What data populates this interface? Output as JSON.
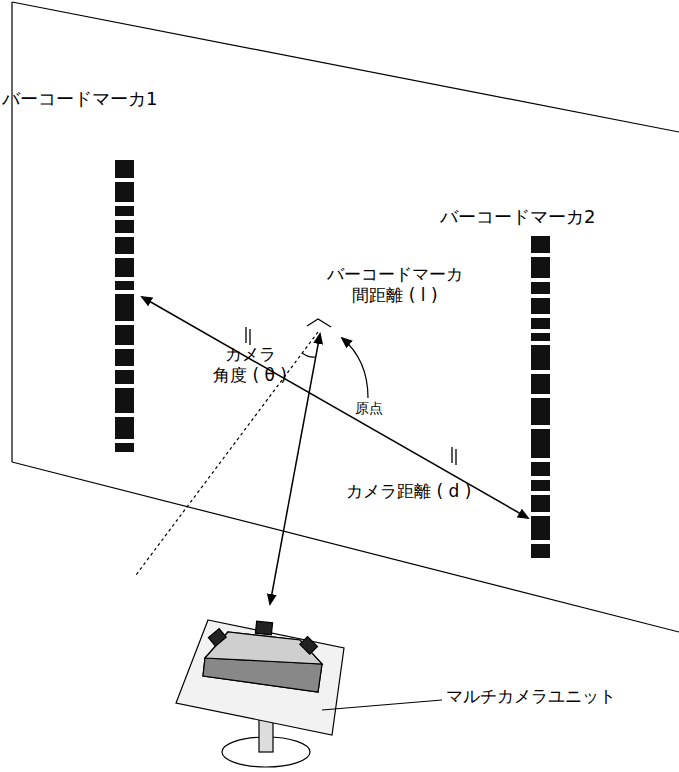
{
  "diagram": {
    "labels": [
      "バーコードマーカ1",
      "バーコードマーカ2",
      "バーコードマーカ 間距離 ( l )",
      "カメラ 角度 ( θ )",
      "原点",
      "カメラ距離 ( d )",
      "マルチカメラユニット"
    ]
  }
}
